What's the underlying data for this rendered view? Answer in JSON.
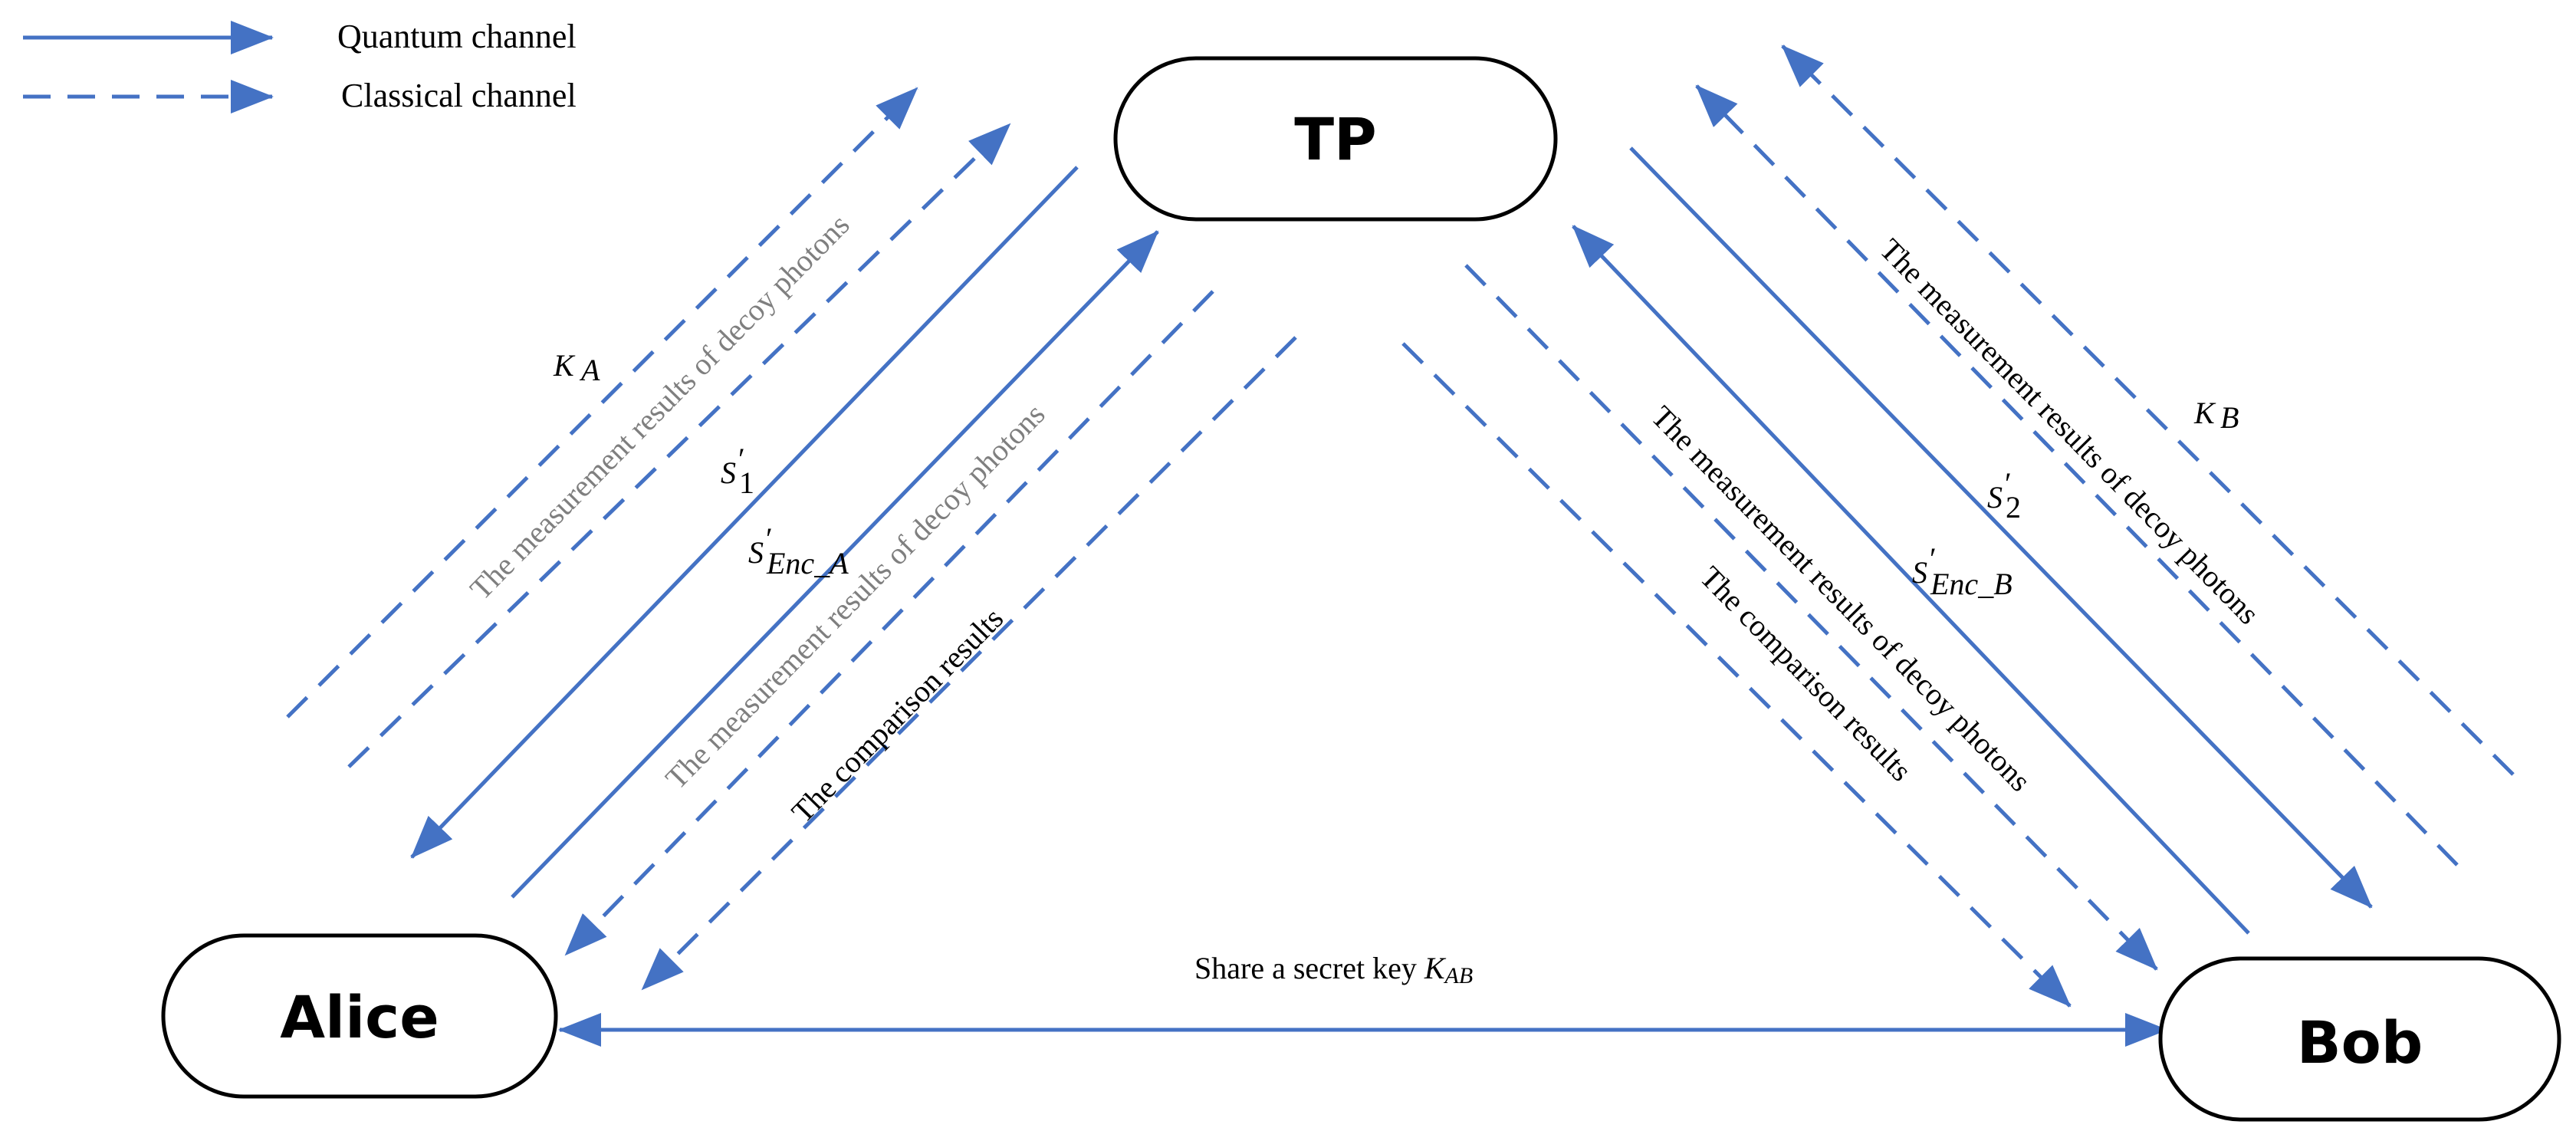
{
  "colors": {
    "arrow": "#4472c4",
    "text": "#000000",
    "faded_text": "#7f7f7f"
  },
  "legend": {
    "quantum": "Quantum channel",
    "classical": "Classical channel"
  },
  "nodes": {
    "tp": "TP",
    "alice": "Alice",
    "bob": "Bob"
  },
  "labels": {
    "k_a_main": "K",
    "k_a_sub": "A",
    "k_b_main": "K",
    "k_b_sub": "B",
    "s1_main": "S",
    "s1_prime": "′",
    "s1_sub": "1",
    "s2_main": "S",
    "s2_prime": "′",
    "s2_sub": "2",
    "senc_a_main": "S",
    "senc_a_prime": "′",
    "senc_a_sub": "Enc_A",
    "senc_b_main": "S",
    "senc_b_prime": "′",
    "senc_b_sub": "Enc_B",
    "decoy_left_outer": "The measurement results of decoy photons",
    "decoy_left_inner": "The measurement results of decoy photons",
    "comparison_left": "The comparison results",
    "decoy_right_outer": "The measurement results of decoy photons",
    "decoy_right_inner": "The measurement results of decoy photons",
    "comparison_right": "The comparison results",
    "share_prefix": "Share a secret key ",
    "share_key_main": "K",
    "share_key_sub": "AB"
  }
}
